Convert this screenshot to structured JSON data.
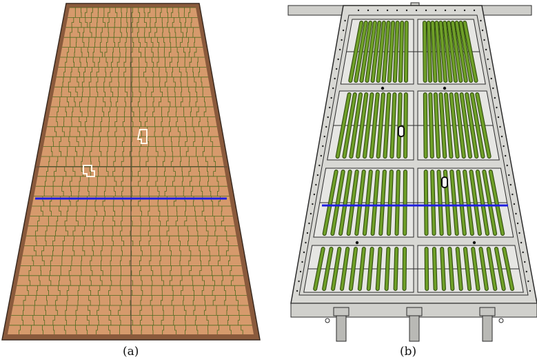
{
  "figure": {
    "panels": [
      {
        "id": "a",
        "caption": "(a)",
        "description_shape": "trapezoid-board-with-tiled-pattern"
      },
      {
        "id": "b",
        "caption": "(b)",
        "description_shape": "trapezoid-tray-with-green-rods"
      }
    ],
    "colors": {
      "board_fill": "#d69a6c",
      "board_border": "#8a5a3c",
      "grid_line": "#4d6a1f",
      "marker_line": "#1f1fe0",
      "highlight_outline": "#fff6e8",
      "tray_frame": "#d8d8d4",
      "tray_inner": "#e6e6e3",
      "tray_edge": "#2b2b2b",
      "rod_fill": "#6fa028",
      "rod_edge": "#2f4a0d"
    }
  }
}
